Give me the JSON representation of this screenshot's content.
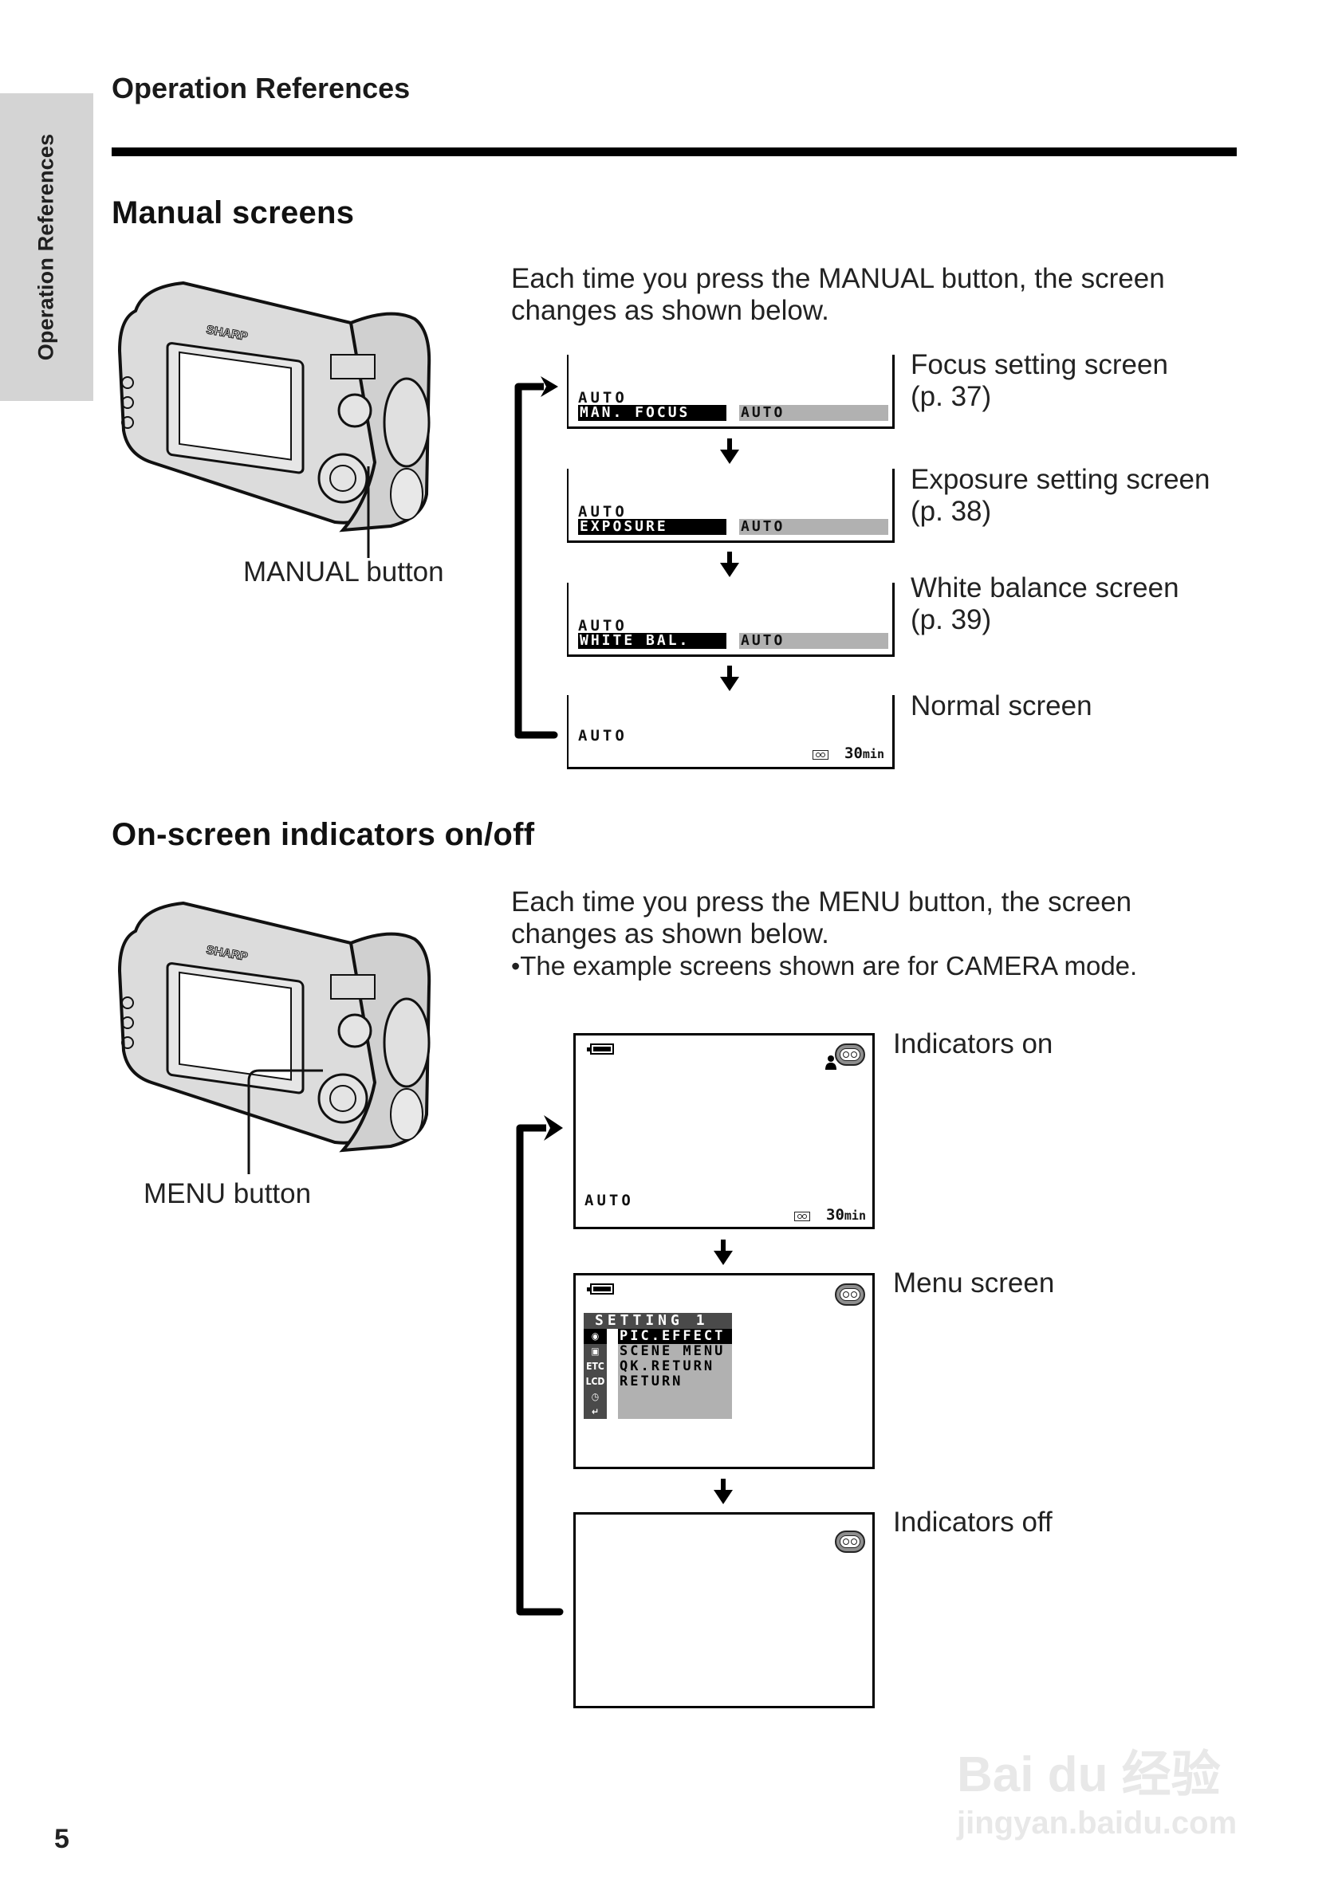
{
  "side_tab": {
    "label": "Operation References"
  },
  "header": {
    "title": "Operation References"
  },
  "page_number": "5",
  "manual_section": {
    "title": "Manual screens",
    "callout": "MANUAL button",
    "intro_line1": "Each time you press the MANUAL button, the screen",
    "intro_line2": "changes as shown below.",
    "screens": [
      {
        "mode_text": "AUTO",
        "bar_label": "MAN. FOCUS",
        "bar_value": "AUTO",
        "label_line1": "Focus setting screen",
        "label_line2": "(p. 37)"
      },
      {
        "mode_text": "AUTO",
        "bar_label": "EXPOSURE",
        "bar_value": "AUTO",
        "label_line1": "Exposure setting screen",
        "label_line2": "(p. 38)"
      },
      {
        "mode_text": "AUTO",
        "bar_label": "WHITE BAL.",
        "bar_value": "AUTO",
        "label_line1": "White balance screen",
        "label_line2": "(p. 39)"
      },
      {
        "mode_text": "AUTO",
        "remaining_value": "30",
        "remaining_unit": "min",
        "label_line1": "Normal screen"
      }
    ]
  },
  "indicators_section": {
    "title": "On-screen indicators on/off",
    "callout": "MENU button",
    "intro_line1": "Each time you press the MENU button, the screen",
    "intro_line2": "changes as shown below.",
    "bullet": "The example screens shown are for CAMERA mode.",
    "screens": [
      {
        "label": "Indicators on",
        "mode_text": "AUTO",
        "remaining_value": "30",
        "remaining_unit": "min"
      },
      {
        "label": "Menu screen",
        "menu_title": "SETTING 1",
        "menu_icons": [
          "camera",
          "scene",
          "ETC",
          "LCD",
          "clock",
          "return"
        ],
        "menu_items": [
          "PIC.EFFECT",
          "SCENE MENU",
          "QK.RETURN",
          "RETURN"
        ],
        "selected_index": 0
      },
      {
        "label": "Indicators off"
      }
    ]
  },
  "watermark": {
    "line1": "Bai du 经验",
    "line2": "jingyan.baidu.com"
  }
}
